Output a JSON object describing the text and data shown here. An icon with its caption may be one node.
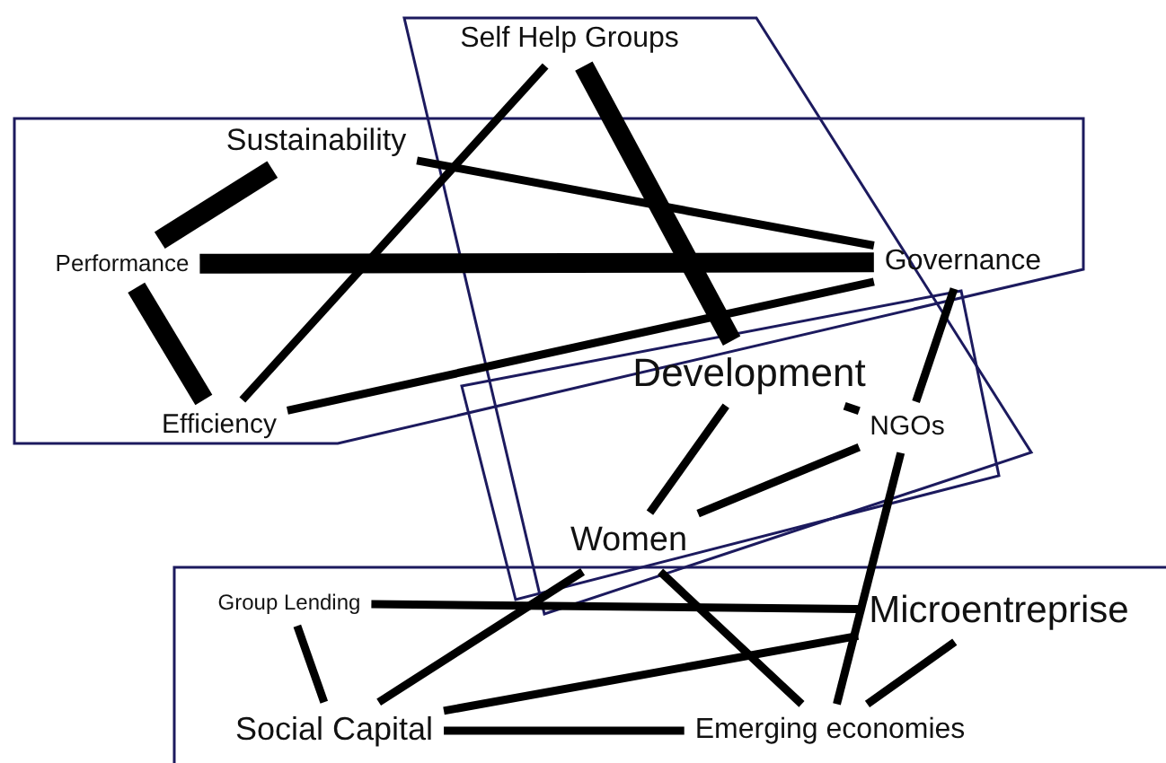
{
  "diagram": {
    "nodes": [
      {
        "text": [
          "Self Help Groups"
        ]
      },
      {
        "text": [
          "Sustainability"
        ]
      },
      {
        "text": [
          "Performance"
        ]
      },
      {
        "text": [
          "Governance"
        ]
      },
      {
        "text": [
          "Efficiency"
        ]
      },
      {
        "text": [
          "Development"
        ]
      },
      {
        "text": [
          "NGOs"
        ]
      },
      {
        "text": [
          "Women"
        ]
      },
      {
        "text": [
          "Group Lending"
        ]
      },
      {
        "text": [
          "Microentreprise"
        ]
      },
      {
        "text": [
          "Social Capital"
        ]
      },
      {
        "text": [
          "Emerging economies"
        ]
      }
    ],
    "edges": [
      {
        "from": 1,
        "to": 2,
        "arrow": "none",
        "style": "thick"
      },
      {
        "from": 1,
        "to": 3,
        "arrow": "none"
      },
      {
        "from": 0,
        "to": 4,
        "arrow": "none"
      },
      {
        "from": 0,
        "to": 5,
        "arrow": "none",
        "style": "thick"
      },
      {
        "from": 2,
        "to": 3,
        "arrow": "none",
        "style": "thick"
      },
      {
        "from": 2,
        "to": 4,
        "arrow": "none",
        "style": "thick"
      },
      {
        "from": 4,
        "to": 3,
        "arrow": "none"
      },
      {
        "from": 3,
        "to": 6,
        "arrow": "none"
      },
      {
        "from": 5,
        "to": 6,
        "arrow": "none"
      },
      {
        "from": 5,
        "to": 7,
        "arrow": "none"
      },
      {
        "from": 7,
        "to": 6,
        "arrow": "none"
      },
      {
        "from": 6,
        "to": 11,
        "arrow": "none"
      },
      {
        "from": 7,
        "to": 10,
        "arrow": "none"
      },
      {
        "from": 7,
        "to": 11,
        "arrow": "none"
      },
      {
        "from": 8,
        "to": 9,
        "arrow": "none"
      },
      {
        "from": 8,
        "to": 10,
        "arrow": "none"
      },
      {
        "from": 10,
        "to": 9,
        "arrow": "none"
      },
      {
        "from": 9,
        "to": 11,
        "arrow": "none"
      },
      {
        "from": 10,
        "to": 11,
        "arrow": "none"
      }
    ]
  }
}
